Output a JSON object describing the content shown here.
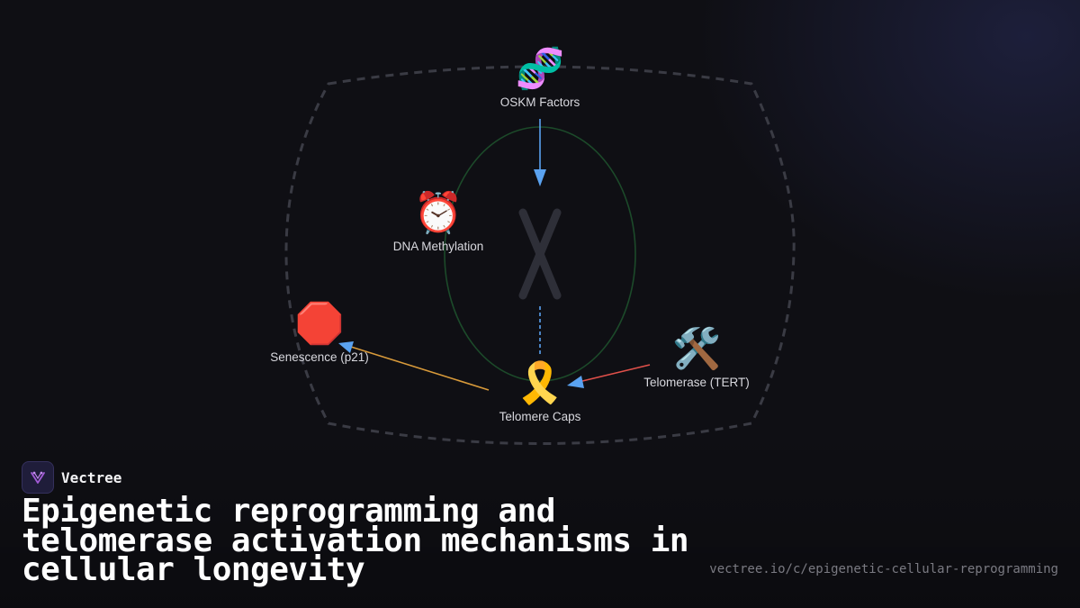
{
  "brand": {
    "name": "Vectree",
    "logo_icon": "vectree-logo-icon",
    "logo_color": "#a25bd6"
  },
  "title": "Epigenetic reprogramming and telomerase activation mechanisms in cellular longevity",
  "url": "vectree.io/c/epigenetic-cellular-reprogramming",
  "diagram": {
    "center_icon": "chromosome-icon",
    "nodes": [
      {
        "id": "oskm",
        "label": "OSKM Factors",
        "emoji": "🧬",
        "icon": "dna-icon"
      },
      {
        "id": "methylation",
        "label": "DNA Methylation",
        "emoji": "⏰",
        "icon": "alarm-clock-icon"
      },
      {
        "id": "senescence",
        "label": "Senescence (p21)",
        "emoji": "🛑",
        "icon": "stop-sign-icon"
      },
      {
        "id": "telomerase",
        "label": "Telomerase (TERT)",
        "emoji": "🛠️",
        "icon": "tools-icon"
      },
      {
        "id": "telomere",
        "label": "Telomere Caps",
        "emoji": "🎗️",
        "icon": "ribbon-icon"
      }
    ],
    "edges": [
      {
        "from": "oskm",
        "to": "chromosome",
        "style": "solid",
        "color": "#5aa2f0"
      },
      {
        "from": "chromosome",
        "to": "telomere",
        "style": "dashed",
        "color": "#5aa2f0"
      },
      {
        "from": "telomerase",
        "to": "telomere",
        "style": "solid",
        "color": "#e0504a"
      },
      {
        "from": "telomere",
        "to": "senescence",
        "style": "solid",
        "color": "#d89a3a"
      }
    ],
    "colors": {
      "outer_boundary": "#3a3b44",
      "nucleus": "#1c4a2a",
      "chromosome": "#2e2f38",
      "blue_arrow": "#5aa2f0",
      "red_arrow": "#e0504a",
      "orange_arrow": "#d89a3a"
    }
  }
}
